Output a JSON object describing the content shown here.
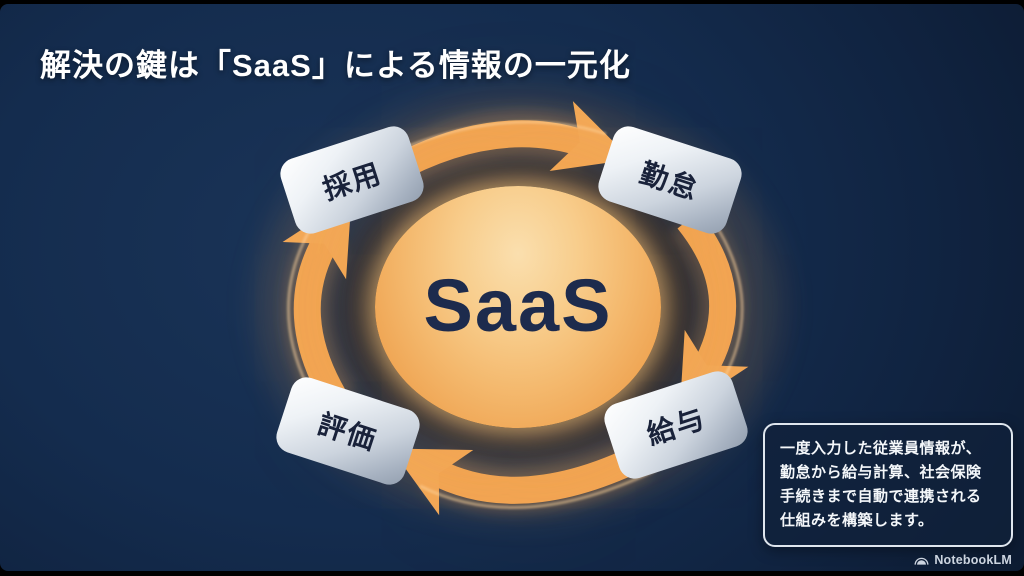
{
  "slide": {
    "title": "解決の鍵は「SaaS」による情報の一元化",
    "diagram": {
      "center_label": "SaaS",
      "nodes": [
        {
          "id": "recruitment",
          "label": "採用",
          "position": "top-left"
        },
        {
          "id": "attendance",
          "label": "勤怠",
          "position": "top-right"
        },
        {
          "id": "payroll",
          "label": "給与",
          "position": "bottom-right"
        },
        {
          "id": "evaluation",
          "label": "評価",
          "position": "bottom-left"
        }
      ],
      "flow": "clockwise"
    },
    "info_box": {
      "lines": [
        "一度入力した従業員情報が、",
        "勤怠から給与計算、社会保険",
        "手続きまで自動で連携される",
        "仕組みを構築します。"
      ]
    },
    "branding": {
      "label": "NotebookLM"
    },
    "colors": {
      "background_navy": "#102340",
      "accent_orange": "#f2a654",
      "glow_orange": "#ffd9a6",
      "badge_silver": "#dfe5ec",
      "dark_text": "#1d2b4d",
      "white": "#ffffff"
    }
  }
}
